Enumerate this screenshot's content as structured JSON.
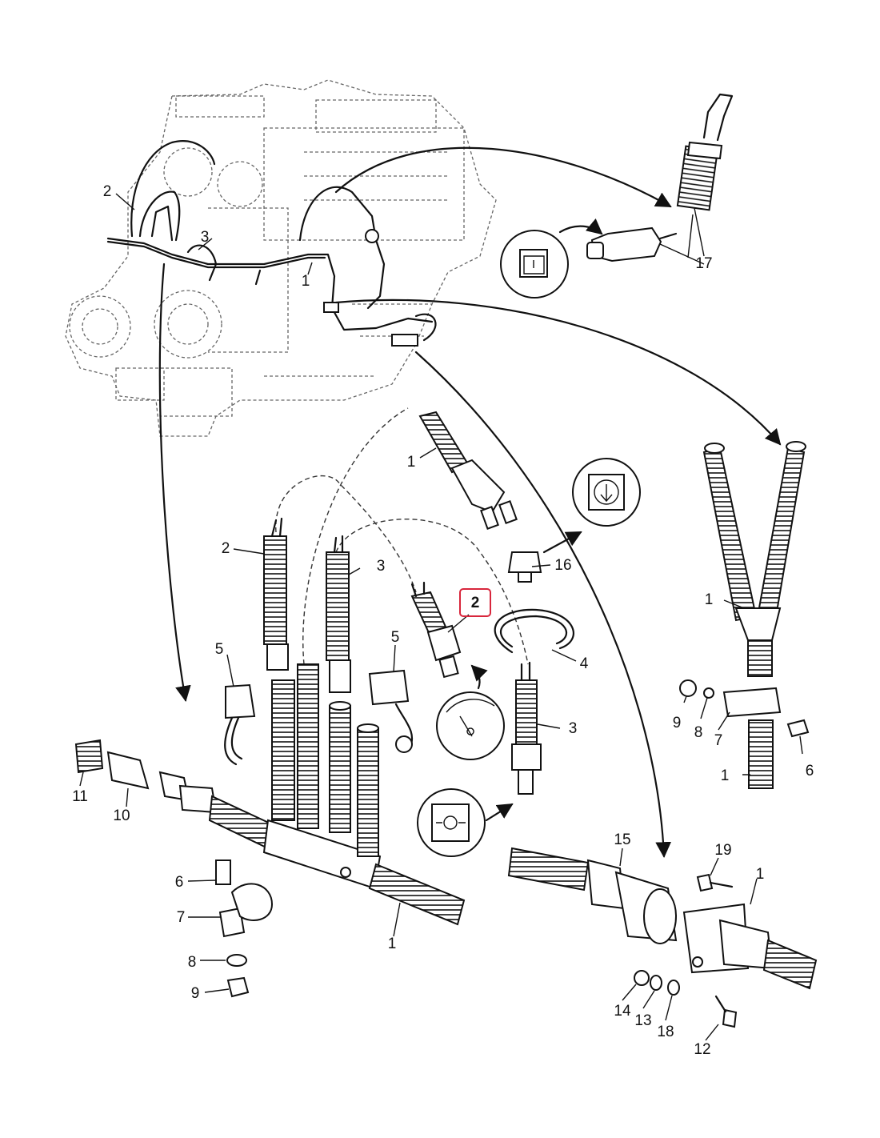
{
  "labels": {
    "l1_top": "1",
    "l2_top": "2",
    "l3_top": "3",
    "l17": "17",
    "l1_mid": "1",
    "l2_mid": "2",
    "l3_mid": "3",
    "l2_highlight": "2",
    "l16": "16",
    "l4": "4",
    "l5_left": "5",
    "l5_right": "5",
    "l3_right": "3",
    "l1_yfork": "1",
    "l9_right": "9",
    "l8_right": "8",
    "l7_right": "7",
    "l6_right": "6",
    "l1_lower_right": "1",
    "l11": "11",
    "l10": "10",
    "l6_left": "6",
    "l7_left": "7",
    "l8_left": "8",
    "l9_left": "9",
    "l1_bottom": "1",
    "l15": "15",
    "l19": "19",
    "l1_connector": "1",
    "l14": "14",
    "l13": "13",
    "l18": "18",
    "l12": "12"
  },
  "highlight": {
    "part": "2",
    "color": "#d8263c"
  }
}
